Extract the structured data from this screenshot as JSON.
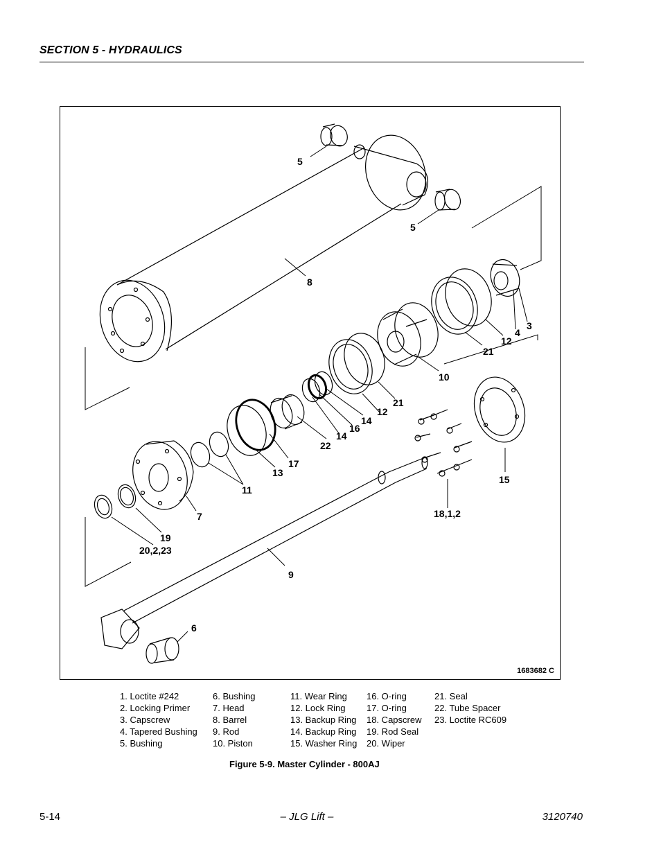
{
  "header": {
    "section_title": "SECTION 5 - HYDRAULICS"
  },
  "figure": {
    "code": "1683682 C",
    "caption": "Figure 5-9.  Master Cylinder - 800AJ",
    "callouts": {
      "c5a": "5",
      "c5b": "5",
      "c8": "8",
      "c3": "3",
      "c4": "4",
      "c12a": "12",
      "c21a": "21",
      "c10": "10",
      "c21b": "21",
      "c12b": "12",
      "c14a": "14",
      "c16": "16",
      "c14b": "14",
      "c22": "22",
      "c17": "17",
      "c13": "13",
      "c11": "11",
      "c7": "7",
      "c19": "19",
      "c20": "20,2,23",
      "c9": "9",
      "c6": "6",
      "c15": "15",
      "c18": "18,1,2"
    }
  },
  "legend": {
    "col1": [
      "1.   Loctite #242",
      "2.   Locking Primer",
      "3.   Capscrew",
      "4.   Tapered Bushing",
      "5.   Bushing"
    ],
    "col2": [
      "6.   Bushing",
      "7.   Head",
      "8.   Barrel",
      "9.   Rod",
      "10.  Piston"
    ],
    "col3": [
      "11.  Wear Ring",
      "12.  Lock Ring",
      "13.  Backup Ring",
      "14.  Backup Ring",
      "15.  Washer Ring"
    ],
    "col4": [
      "16.  O-ring",
      "17.  O-ring",
      "18.  Capscrew",
      "19.  Rod Seal",
      "20.  Wiper"
    ],
    "col5": [
      "21.  Seal",
      "22.  Tube Spacer",
      "23.  Loctite RC609"
    ]
  },
  "footer": {
    "page_number": "5-14",
    "publisher": "– JLG Lift –",
    "doc_number": "3120740"
  }
}
